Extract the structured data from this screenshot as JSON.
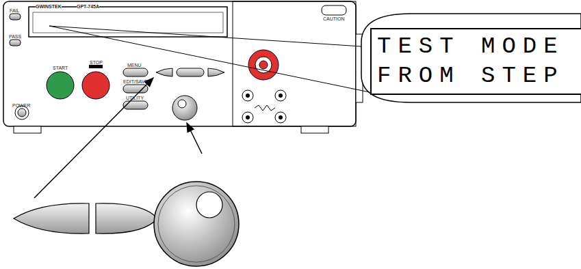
{
  "diagram": {
    "nodes": [
      {
        "text": [
          "TEST MODE",
          "FROM STEP"
        ]
      }
    ],
    "labels": [
      "GWINSTEK",
      "GPT-745A",
      "FAIL",
      "PASS",
      "START",
      "STOP",
      "MENU",
      "EDIT/SAVE",
      "UTILITY",
      "POWER",
      "CAUTION"
    ]
  }
}
